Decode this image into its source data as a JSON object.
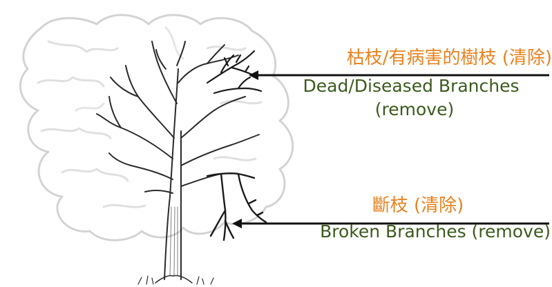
{
  "labels": {
    "dead_zh": "枯枝/有病害的樹枝 (清除)",
    "dead_en_line1": "Dead/Diseased Branches",
    "dead_en_line2": "(remove)",
    "broken_zh": "斷枝 (清除)",
    "broken_en": "Broken Branches (remove)"
  },
  "colors": {
    "chinese_text": "#e8821f",
    "english_text": "#3b5a1d",
    "arrow": "#111111",
    "foliage_outline": "#c9c9c9",
    "trunk": "#2a2a2a"
  }
}
